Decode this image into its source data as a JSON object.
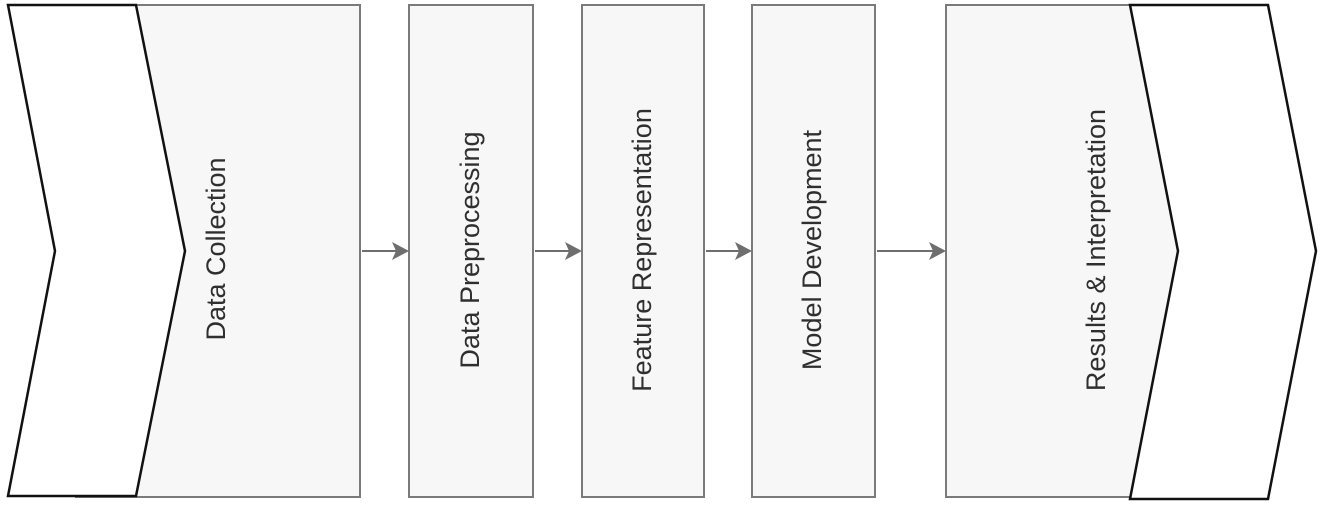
{
  "diagram": {
    "stages": [
      {
        "id": "data-collection",
        "label": "Data Collection"
      },
      {
        "id": "data-preprocessing",
        "label": "Data Preprocessing"
      },
      {
        "id": "feature-representation",
        "label": "Feature Representation"
      },
      {
        "id": "model-development",
        "label": "Model Development"
      },
      {
        "id": "results-interpretation",
        "label": "Results & Interpretation"
      }
    ],
    "colors": {
      "box_fill": "#f6f7f6",
      "box_stroke": "#7a7a7a",
      "chevron_stroke": "#111111",
      "arrow": "#6e6e6e",
      "text": "#2f2f2f"
    }
  }
}
